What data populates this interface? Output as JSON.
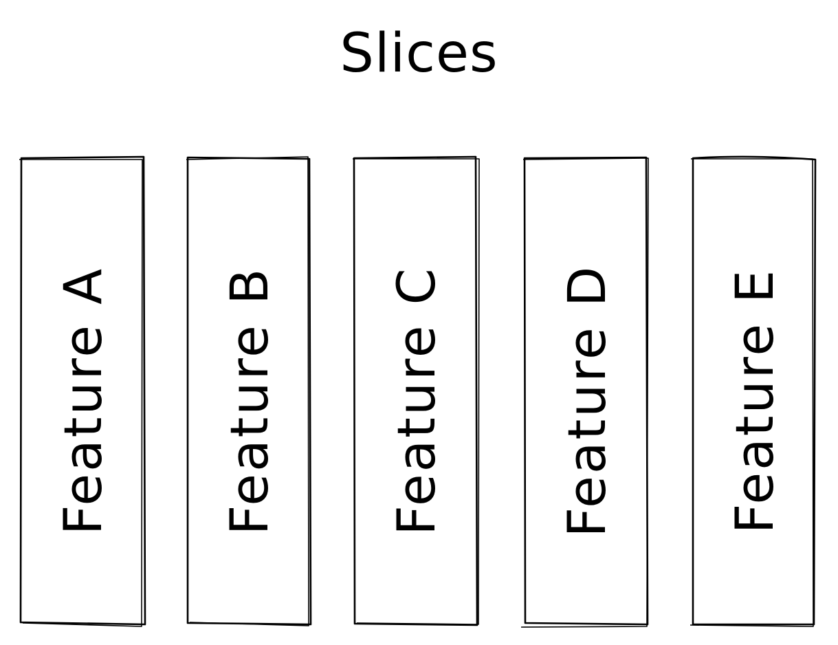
{
  "title": "Slices",
  "slices": [
    {
      "label": "Feature A"
    },
    {
      "label": "Feature B"
    },
    {
      "label": "Feature C"
    },
    {
      "label": "Feature D"
    },
    {
      "label": "Feature E"
    }
  ],
  "colors": {
    "stroke": "#000000",
    "background": "#ffffff"
  }
}
